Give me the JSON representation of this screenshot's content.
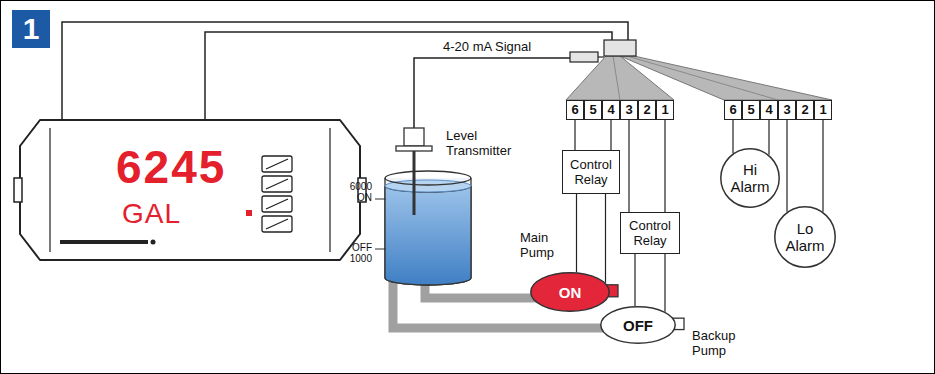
{
  "diagram": {
    "nodes": [
      {
        "text": [
          "6"
        ]
      },
      {
        "text": [
          "5"
        ]
      },
      {
        "text": [
          "4"
        ]
      },
      {
        "text": [
          "3"
        ]
      },
      {
        "text": [
          "2"
        ]
      },
      {
        "text": [
          "1"
        ]
      },
      {
        "text": [
          "6"
        ]
      },
      {
        "text": [
          "5"
        ]
      },
      {
        "text": [
          "4"
        ]
      },
      {
        "text": [
          "3"
        ]
      },
      {
        "text": [
          "2"
        ]
      },
      {
        "text": [
          "1"
        ]
      },
      {
        "text": [
          "Control Relay"
        ]
      },
      {
        "text": [
          "Hi Alarm"
        ]
      },
      {
        "text": [
          "Control Relay"
        ]
      },
      {
        "text": [
          "Lo Alarm"
        ]
      },
      {
        "text": [
          "ON",
          "Main Pump"
        ]
      },
      {
        "text": [
          "OFF",
          "Backup Pump"
        ]
      }
    ],
    "edges": [
      {
        "from": 0,
        "to": 12,
        "arrow": "none"
      },
      {
        "from": 2,
        "to": 12,
        "arrow": "none"
      },
      {
        "from": 3,
        "to": 14,
        "arrow": "none"
      },
      {
        "from": 5,
        "to": 14,
        "arrow": "none"
      },
      {
        "from": 6,
        "to": 13,
        "arrow": "none"
      },
      {
        "from": 8,
        "to": 13,
        "arrow": "none"
      },
      {
        "from": 9,
        "to": 15,
        "arrow": "none"
      },
      {
        "from": 11,
        "to": 15,
        "arrow": "none"
      },
      {
        "from": 12,
        "to": 16,
        "arrow": "none"
      },
      {
        "from": 12,
        "to": 16,
        "arrow": "none"
      },
      {
        "from": 14,
        "to": 17,
        "arrow": "none"
      },
      {
        "from": 14,
        "to": 17,
        "arrow": "none"
      }
    ],
    "labels": [
      "1",
      "6245",
      "GAL",
      "4-20 mA Signal",
      "Level Transmitter",
      "6000",
      "ON",
      "OFF",
      "1000"
    ]
  }
}
